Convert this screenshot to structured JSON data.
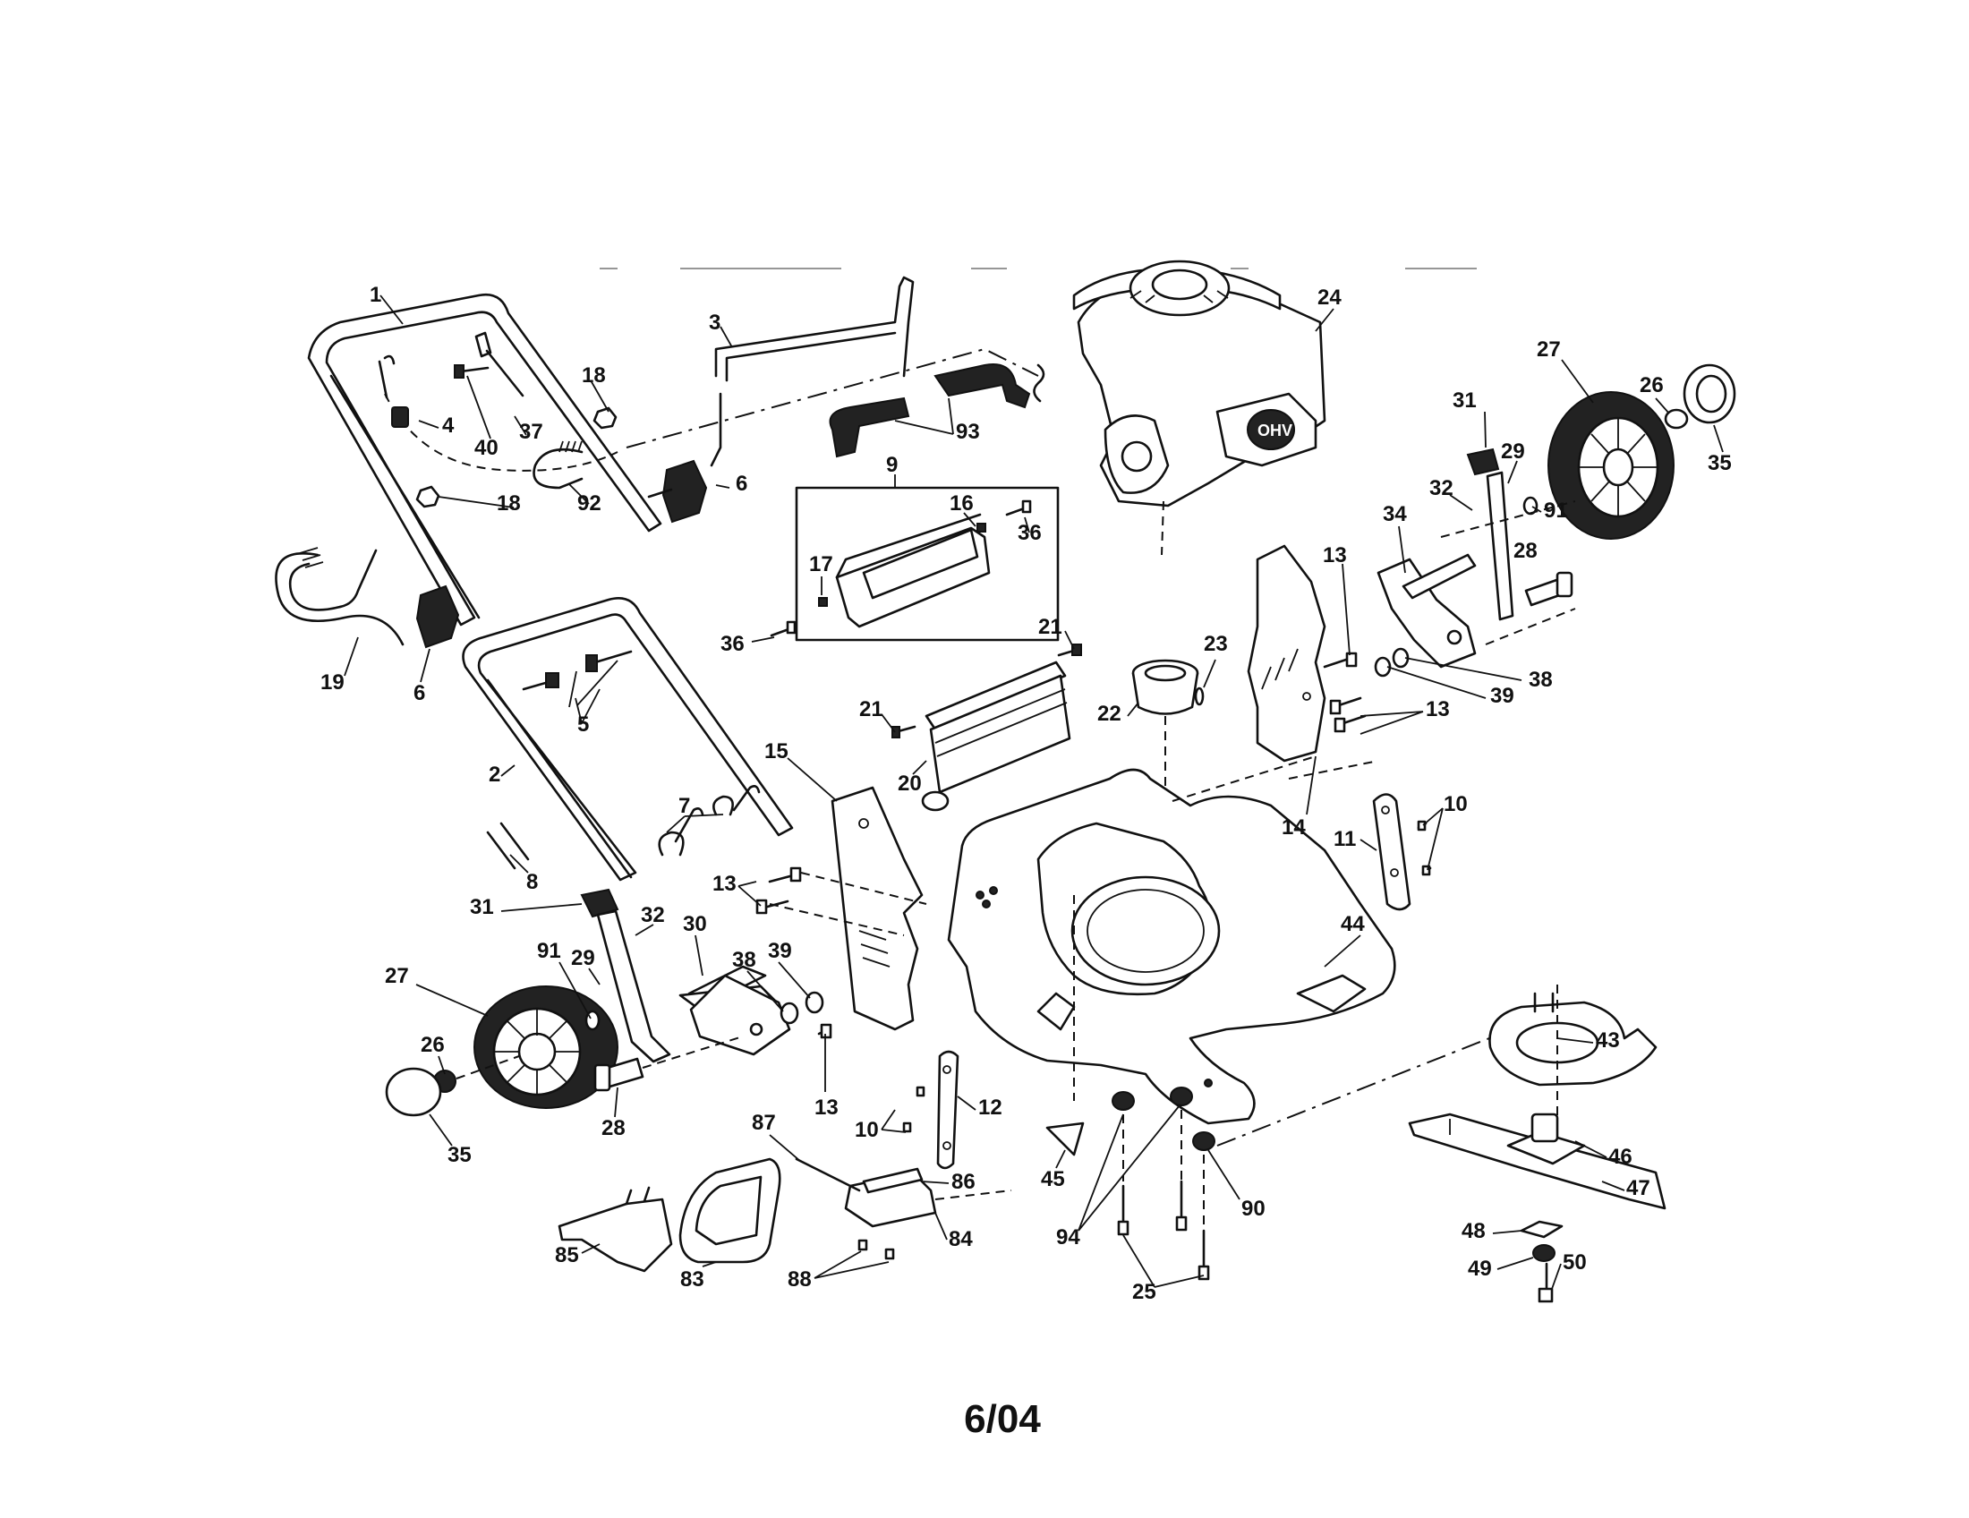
{
  "diagram": {
    "footer": "6/04",
    "labels": {
      "p1": "1",
      "p2": "2",
      "p3": "3",
      "p4": "4",
      "p5": "5",
      "p6a": "6",
      "p6b": "6",
      "p7": "7",
      "p8": "8",
      "p9": "9",
      "p10a": "10",
      "p10b": "10",
      "p11": "11",
      "p12": "12",
      "p13a": "13",
      "p13b": "13",
      "p13c": "13",
      "p13d": "13",
      "p14": "14",
      "p15": "15",
      "p16": "16",
      "p17": "17",
      "p18a": "18",
      "p18b": "18",
      "p19": "19",
      "p20": "20",
      "p21a": "21",
      "p21b": "21",
      "p22": "22",
      "p23": "23",
      "p24": "24",
      "p25": "25",
      "p26a": "26",
      "p26b": "26",
      "p27a": "27",
      "p27b": "27",
      "p28a": "28",
      "p28b": "28",
      "p29a": "29",
      "p29b": "29",
      "p30": "30",
      "p31a": "31",
      "p31b": "31",
      "p32a": "32",
      "p32b": "32",
      "p34": "34",
      "p35a": "35",
      "p35b": "35",
      "p36a": "36",
      "p36b": "36",
      "p37": "37",
      "p38a": "38",
      "p38b": "38",
      "p39a": "39",
      "p39b": "39",
      "p40": "40",
      "p43": "43",
      "p44": "44",
      "p45": "45",
      "p46": "46",
      "p47": "47",
      "p48": "48",
      "p49": "49",
      "p50": "50",
      "p83": "83",
      "p84": "84",
      "p85": "85",
      "p86": "86",
      "p87": "87",
      "p88": "88",
      "p90": "90",
      "p91a": "91",
      "p91b": "91",
      "p92": "92",
      "p93": "93",
      "p94": "94"
    }
  }
}
